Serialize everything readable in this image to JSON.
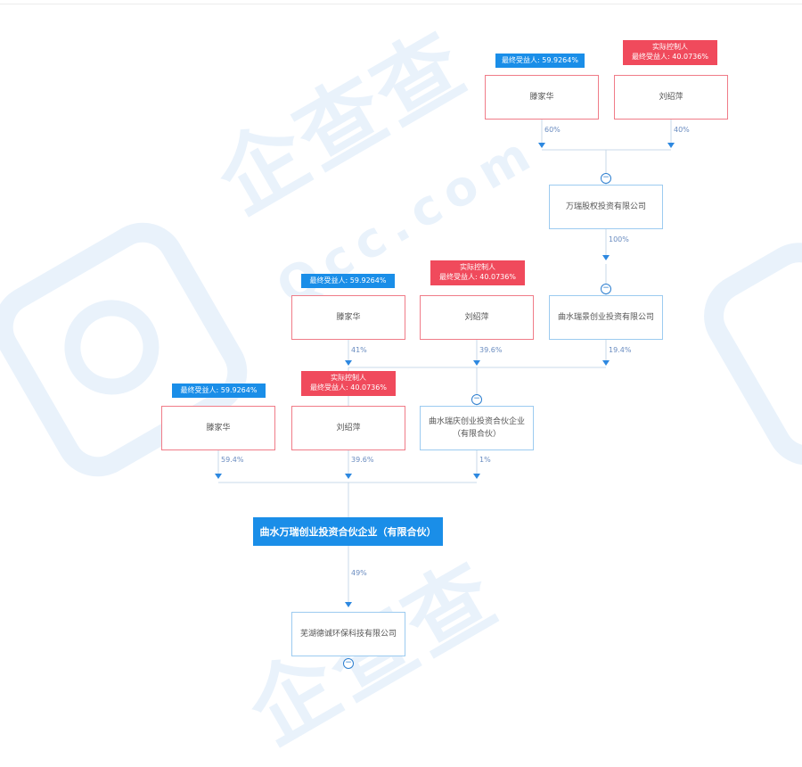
{
  "badges": {
    "beneficiary_blue": "最终受益人: 59.9264%",
    "controller": "实际控制人",
    "beneficiary_red": "最终受益人: 40.0736%"
  },
  "names": {
    "person_a": "滕家华",
    "person_b": "刘绍萍",
    "company_wanrui": "万瑞股权投资有限公司",
    "company_ruijing": "曲水瑞景创业投资有限公司",
    "company_ruiqing": "曲水瑞庆创业投资合伙企业（有限合伙）",
    "target": "曲水万瑞创业投资合伙企业（有限合伙）",
    "bottom": "芜湖德诚环保科技有限公司"
  },
  "percents": {
    "row1_a": "60%",
    "row1_b": "40%",
    "wanrui_to_ruijing": "100%",
    "row2_a": "41%",
    "row2_b": "39.6%",
    "row2_c": "19.4%",
    "row3_a": "59.4%",
    "row3_b": "39.6%",
    "row3_c": "1%",
    "target_to_bottom": "49%"
  },
  "toggles": {
    "collapse": "−"
  },
  "colors": {
    "blue": "#1a8ee8",
    "red": "#f04a5c",
    "person_border": "#f07c88",
    "company_border": "#9ccbf0"
  }
}
